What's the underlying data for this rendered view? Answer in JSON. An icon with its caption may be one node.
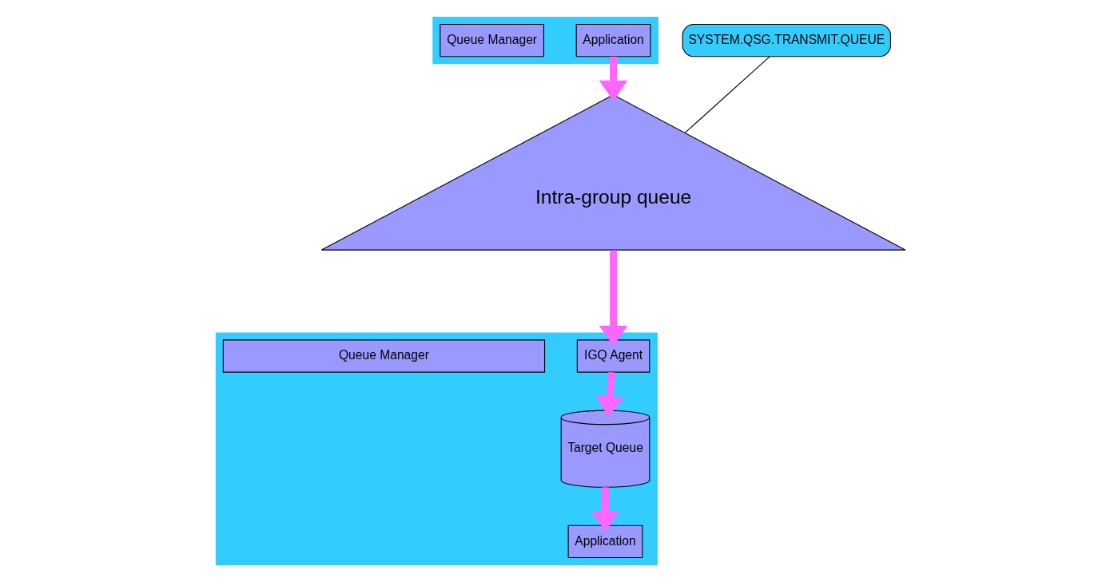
{
  "diagram": {
    "nodes": [
      {
        "text": [],
        "shape": "box"
      },
      {
        "text": [
          "Application"
        ],
        "in": 0
      },
      {
        "text": [
          "Queue Manager"
        ],
        "in": 0
      },
      {
        "text": [],
        "shape": "box"
      },
      {
        "text": [
          "IGQ Agent"
        ],
        "in": 3
      },
      {
        "text": [
          "Application"
        ],
        "in": 3
      },
      {
        "text": [
          "Queue Manager"
        ],
        "in": 3
      },
      {
        "text": [
          "Target Queue"
        ],
        "in": 3
      },
      {
        "text": [
          "Intra-group queue"
        ]
      },
      {
        "text": [
          "SYSTEM.QSG.TRANSMIT.QUEUE"
        ]
      }
    ],
    "edges": [
      {
        "from": 1,
        "to": 8,
        "arrow": "to"
      },
      {
        "from": 8,
        "to": 4,
        "arrow": "to"
      },
      {
        "from": 4,
        "to": 7,
        "arrow": "to"
      },
      {
        "from": 7,
        "to": 5,
        "arrow": "to"
      },
      {
        "from": 9,
        "to": 8,
        "arrow": "none",
        "color": "#000000"
      }
    ]
  }
}
